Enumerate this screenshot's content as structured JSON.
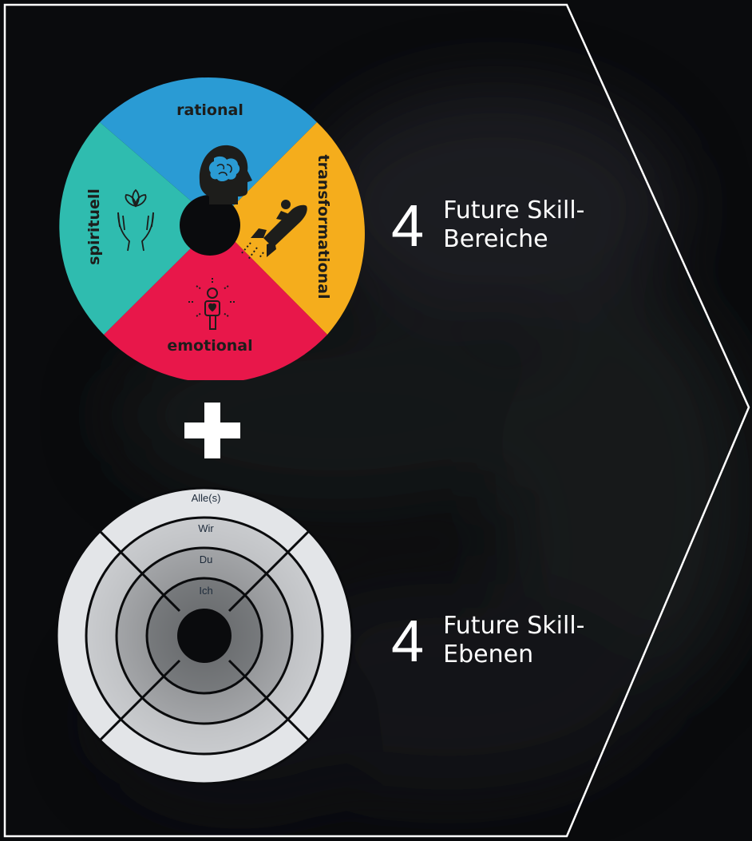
{
  "areas": {
    "number": "4",
    "line1": "Future Skill-",
    "line2": "Bereiche",
    "segments": {
      "top": {
        "label": "rational",
        "color": "#2a9bd4",
        "icon": "brain-head-icon"
      },
      "right": {
        "label": "transformational",
        "color": "#f5ad1c",
        "icon": "rocket-rider-icon"
      },
      "bottom": {
        "label": "emotional",
        "color": "#e8174a",
        "icon": "person-heart-icon"
      },
      "left": {
        "label": "spirituell",
        "color": "#2fbcaf",
        "icon": "lotus-hands-icon"
      }
    }
  },
  "levels": {
    "number": "4",
    "line1": "Future Skill-",
    "line2": "Ebenen",
    "rings": [
      {
        "label": "Alle(s)",
        "color": "#e3e5e8"
      },
      {
        "label": "Wir",
        "color": "#c9cbce"
      },
      {
        "label": "Du",
        "color": "#a9abae"
      },
      {
        "label": "Ich",
        "color": "#86898c"
      }
    ]
  },
  "colors": {
    "background": "#0a0b0d",
    "line": "#ffffff",
    "label_dark": "#1d1d1b"
  }
}
